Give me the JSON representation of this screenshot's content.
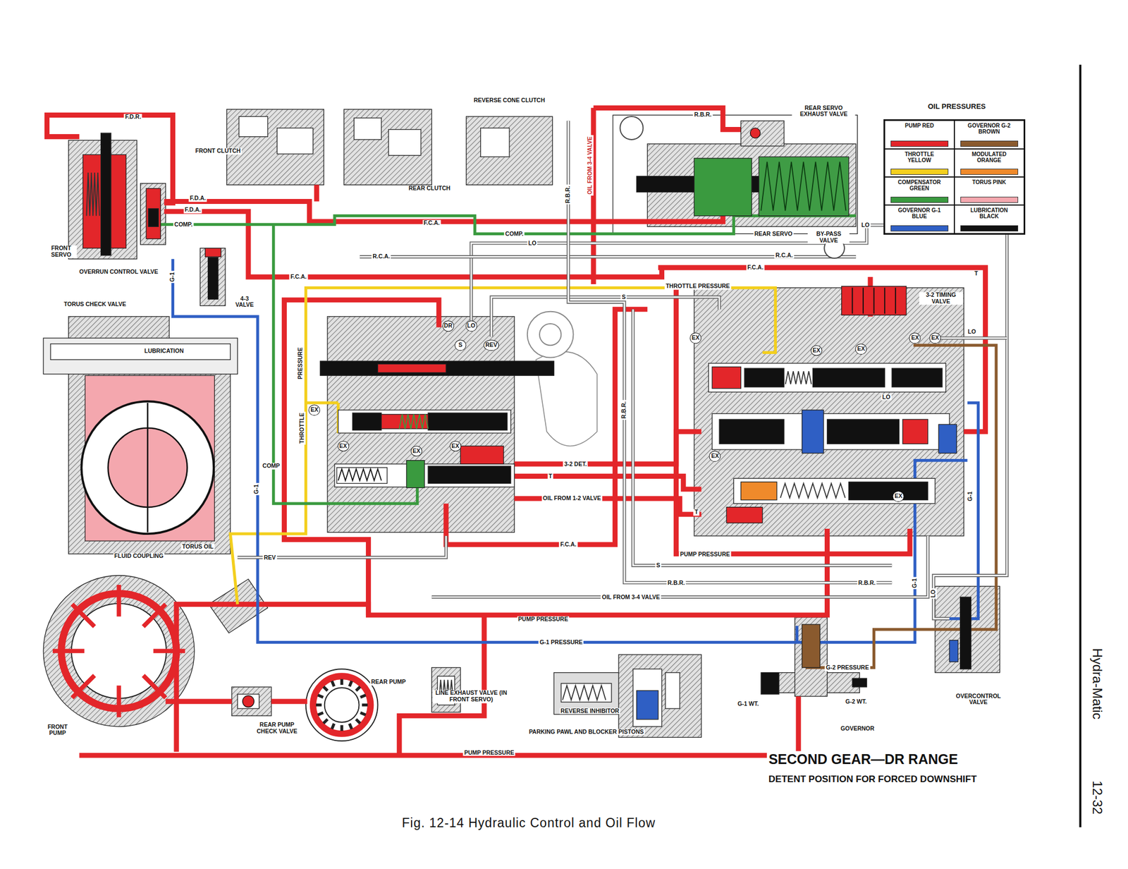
{
  "diagram": {
    "title": "SECOND GEAR—DR RANGE",
    "caption": "Fig. 12-14 Hydraulic Control and Oil Flow",
    "labels": [
      "F.D.R.",
      "FRONT CLUTCH",
      "REVERSE CONE CLUTCH",
      "R.B.R.",
      "REAR SERVO EXHAUST VALVE",
      "OIL PRESSURES",
      "REAR CLUTCH",
      "F.D.A.",
      "F.D.A.",
      "COMP.",
      "F.C.A.",
      "COMP.",
      "LO",
      "R.B.R.",
      "OIL FROM 3-4 VALVE",
      "REAR SERVO",
      "BY-PASS VALVE",
      "LO",
      "FRONT SERVO",
      "OVERRUN CONTROL VALVE",
      "R.C.A.",
      "R.C.A.",
      "F.C.A.",
      "F.C.A.",
      "G-1",
      "4-3 VALVE",
      "TORUS CHECK VALVE",
      "S",
      "THROTTLE PRESSURE",
      "T",
      "3-2 TIMING VALVE",
      "DR",
      "LO",
      "S",
      "REV",
      "LO",
      "LUBRICATION",
      "PRESSURE",
      "LO",
      "THROTTLE",
      "3-2 DET.",
      "COMP",
      "T",
      "G-1",
      "G-1",
      "OIL FROM 1-2 VALVE",
      "T",
      "F.C.A.",
      "TORUS OIL",
      "FLUID COUPLING",
      "REV",
      "PUMP PRESSURE",
      "S",
      "R.B.R.",
      "R.B.R.",
      "R.B.R.",
      "G-1",
      "LO",
      "OIL FROM 3-4 VALVE",
      "PUMP PRESSURE",
      "G-1 PRESSURE",
      "G-2 PRESSURE",
      "REAR PUMP",
      "LINE EXHAUST VALVE (IN FRONT SERVO)",
      "G-1 WT.",
      "G-2 WT.",
      "OVERCONTROL VALVE",
      "REVERSE INHIBITOR",
      "FRONT PUMP",
      "REAR PUMP CHECK VALVE",
      "PARKING PAWL AND BLOCKER PISTONS",
      "GOVERNOR",
      "PUMP PRESSURE",
      "EX",
      "EX",
      "EX",
      "EX",
      "EX",
      "EX",
      "EX",
      "EX",
      "EX",
      "EX",
      "EX",
      "DETENT POSITION FOR FORCED DOWNSHIFT",
      "Hydra-Matic",
      "12-32"
    ],
    "legend": [
      {
        "text": "PUMP RED",
        "color": "#e3262a"
      },
      {
        "text": "GOVERNOR G-2 BROWN",
        "color": "#8a5a2e"
      },
      {
        "text": "THROTTLE YELLOW",
        "color": "#f3cf1e"
      },
      {
        "text": "MODULATED ORANGE",
        "color": "#ef8a2b"
      },
      {
        "text": "COMPENSATOR GREEN",
        "color": "#3a9a3f"
      },
      {
        "text": "TORUS PINK",
        "color": "#f4a7ae"
      },
      {
        "text": "GOVERNOR G-1 BLUE",
        "color": "#2f5fc4"
      },
      {
        "text": "LUBRICATION BLACK",
        "color": "#111111"
      }
    ]
  }
}
